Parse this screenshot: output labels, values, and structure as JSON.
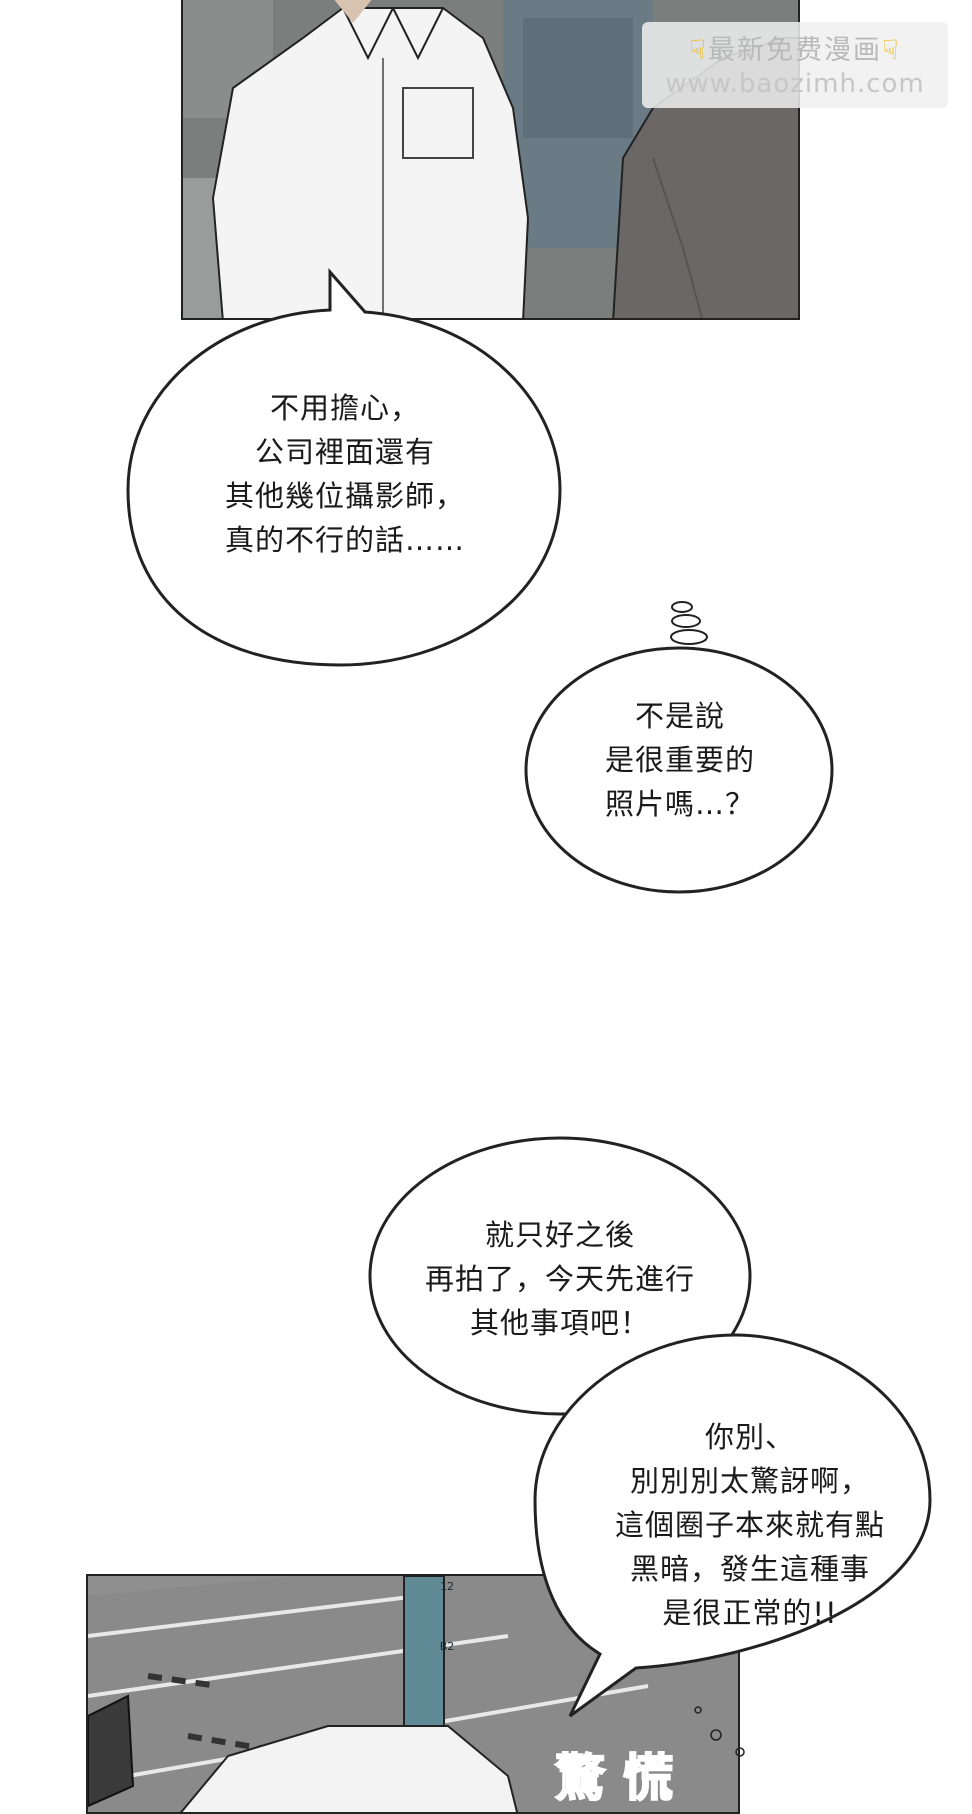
{
  "watermark": {
    "title": "最新免费漫画",
    "url": "www.baozimh.com",
    "hand_icon": "pointing-down-hand-icon"
  },
  "bubbles": {
    "b1": "不用擔心，\n公司裡面還有\n其他幾位攝影師，\n真的不行的話……",
    "b2": "不是說\n是很重要的\n照片嗎…？",
    "b3": "就只好之後\n再拍了，今天先進行\n其他事項吧！",
    "b4": "你別、\n別別別太驚訝啊，\n這個圈子本來就有點\n黑暗，發生這種事\n是很正常的!!"
  },
  "sfx": {
    "text": "驚慌"
  },
  "sign": {
    "floor": "B2",
    "number": "12"
  }
}
